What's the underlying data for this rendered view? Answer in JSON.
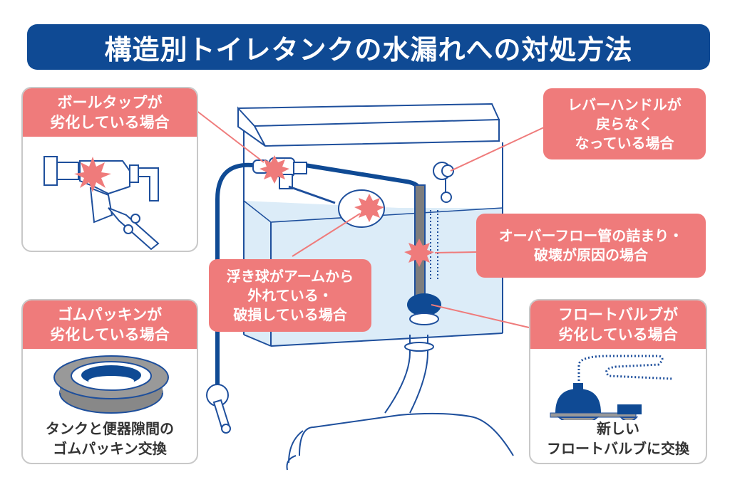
{
  "title": "構造別トイレタンクの水漏れへの対処方法",
  "colors": {
    "navy": "#0f4a94",
    "coral": "#ef7b7b",
    "water": "#dcecf8",
    "line": "#1e4f9c",
    "gray": "#7d7d7d"
  },
  "cards": {
    "ball_tap": {
      "head": [
        "ボールタップが",
        "劣化している場合"
      ],
      "icon": "ball-tap-valve-icon"
    },
    "rubber_packing": {
      "head": [
        "ゴムパッキンが",
        "劣化している場合"
      ],
      "foot": [
        "タンクと便器隙間の",
        "ゴムパッキン交換"
      ],
      "icon": "rubber-gasket-icon"
    },
    "flot_valve": {
      "head": [
        "フロートバルブが",
        "劣化している場合"
      ],
      "foot": [
        "新しい",
        "フロートバルブに交換"
      ],
      "icon": "flot-valve-icon"
    }
  },
  "labels": {
    "lever": [
      "レバーハンドルが",
      "戻らなく",
      "なっている場合"
    ],
    "overflow": [
      "オーバーフロー管の詰まり・",
      "破壊が原因の場合"
    ],
    "float_ball": [
      "浮き球がアームから",
      "外れている・",
      "破損している場合"
    ]
  }
}
